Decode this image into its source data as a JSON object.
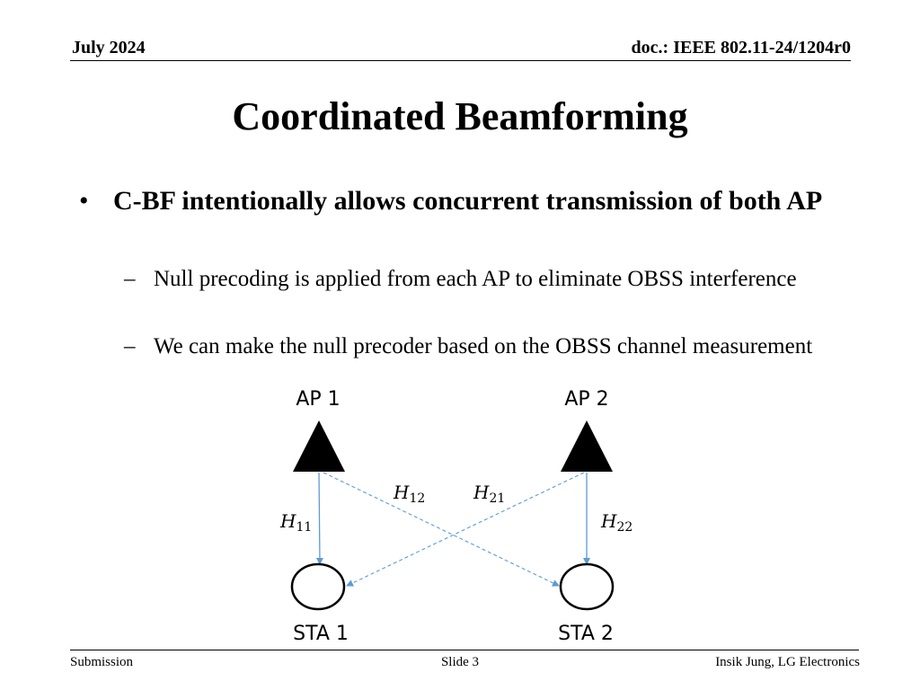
{
  "header": {
    "date": "July 2024",
    "doc": "doc.: IEEE 802.11-24/1204r0"
  },
  "title": "Coordinated Beamforming",
  "bullets": {
    "main": "C-BF intentionally allows concurrent transmission of both AP",
    "subs": [
      "Null precoding is applied from each AP to eliminate OBSS interference",
      "We can make the null precoder based on the OBSS channel measurement"
    ]
  },
  "diagram": {
    "ap1": "AP 1",
    "ap2": "AP 2",
    "sta1": "STA 1",
    "sta2": "STA 2",
    "h11": {
      "var": "H",
      "sub": "11"
    },
    "h12": {
      "var": "H",
      "sub": "12"
    },
    "h21": {
      "var": "H",
      "sub": "21"
    },
    "h22": {
      "var": "H",
      "sub": "22"
    },
    "arrow_color": "#5b9bd5"
  },
  "footer": {
    "left": "Submission",
    "center": "Slide 3",
    "right": "Insik Jung, LG Electronics"
  }
}
